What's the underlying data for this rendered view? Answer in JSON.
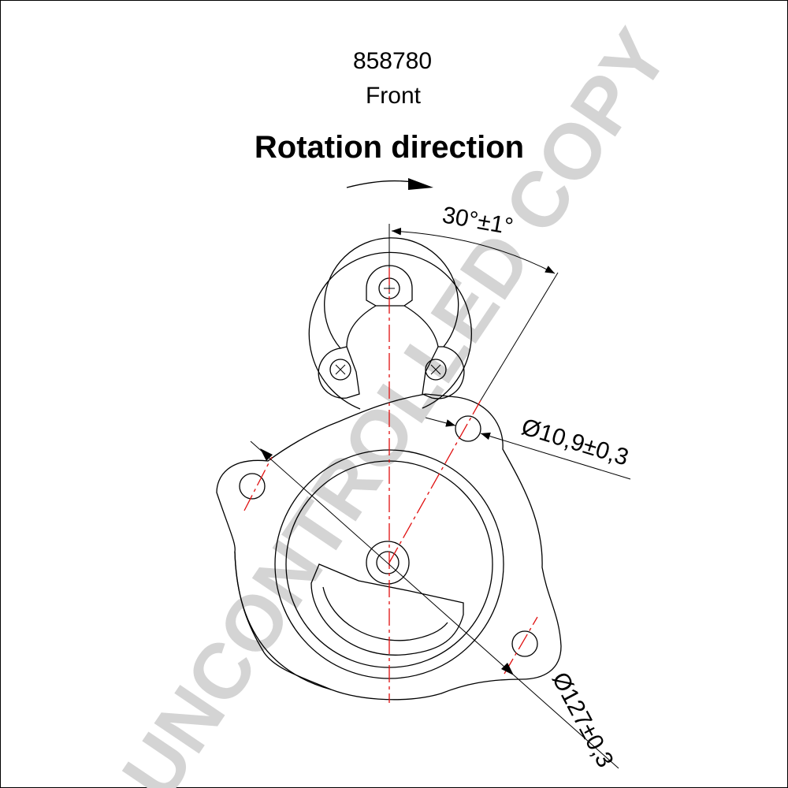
{
  "header": {
    "part_number": "858780",
    "view": "Front",
    "title": "Rotation direction"
  },
  "dimensions": {
    "angle": "30°±1°",
    "hole_diameter": "Ø10,9±0,3",
    "pilot_diameter": "Ø127±0,3"
  },
  "watermark": "UNCONTROLLED COPY",
  "colors": {
    "outline": "#000000",
    "centerline": "#e01010",
    "watermark": "#d4d4d4"
  }
}
